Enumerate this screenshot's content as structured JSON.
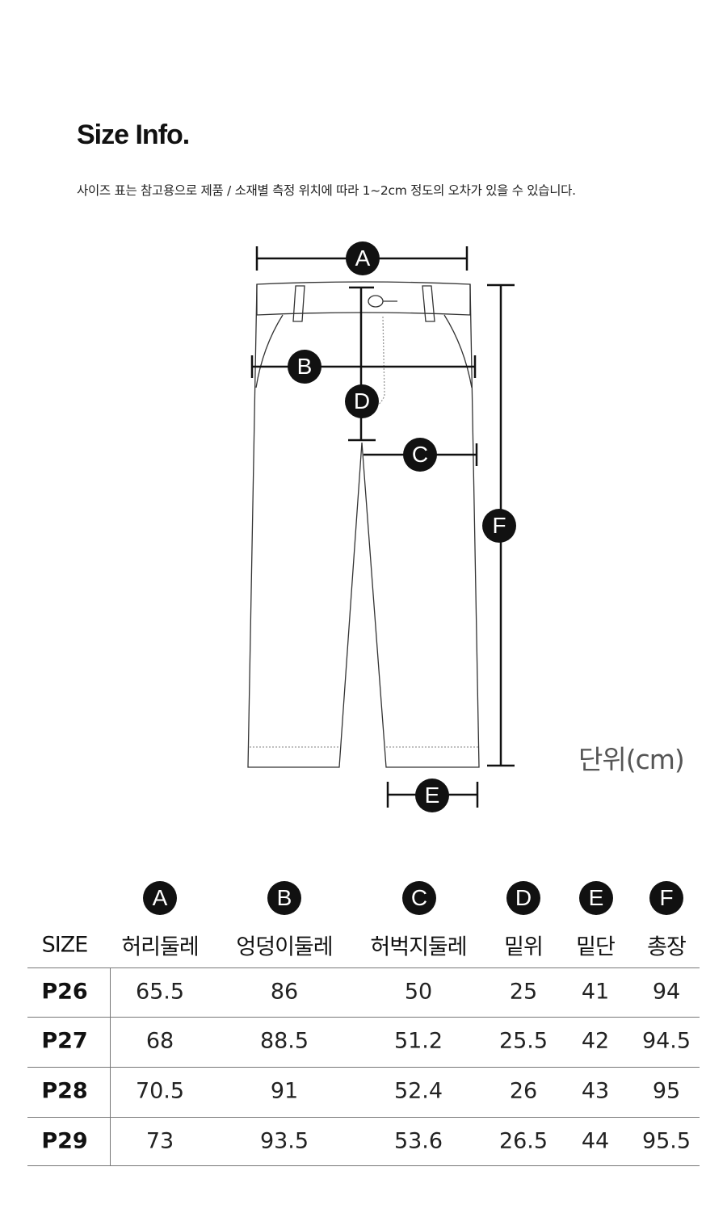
{
  "header": {
    "title": "Size Info.",
    "note": "사이즈 표는 참고용으로 제품 / 소재별 측정 위치에 따라 1~2cm 정도의 오차가 있을 수 있습니다."
  },
  "diagram": {
    "markers": [
      "A",
      "B",
      "C",
      "D",
      "E",
      "F"
    ],
    "unit_label": "단위(cm)"
  },
  "table": {
    "markers": [
      "A",
      "B",
      "C",
      "D",
      "E",
      "F"
    ],
    "headers": [
      "SIZE",
      "허리둘레",
      "엉덩이둘레",
      "허벅지둘레",
      "밑위",
      "밑단",
      "총장"
    ],
    "rows": [
      [
        "P26",
        "65.5",
        "86",
        "50",
        "25",
        "41",
        "94"
      ],
      [
        "P27",
        "68",
        "88.5",
        "51.2",
        "25.5",
        "42",
        "94.5"
      ],
      [
        "P28",
        "70.5",
        "91",
        "52.4",
        "26",
        "43",
        "95"
      ],
      [
        "P29",
        "73",
        "93.5",
        "53.6",
        "26.5",
        "44",
        "95.5"
      ]
    ]
  }
}
